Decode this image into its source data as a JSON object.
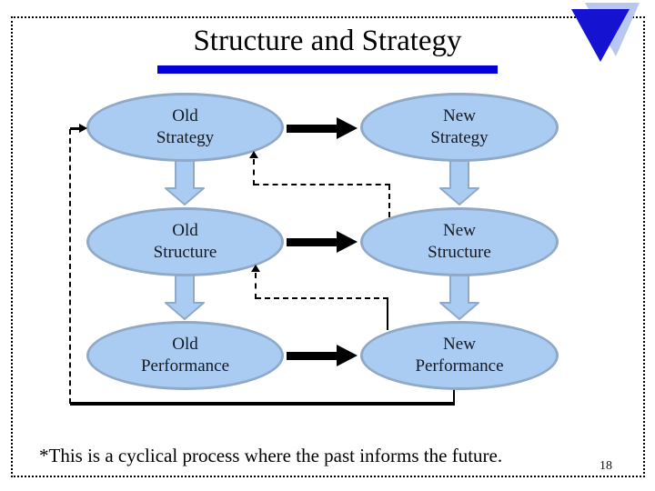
{
  "slide": {
    "title": "Structure and Strategy",
    "footnote": "*This is a cyclical process where the past informs the future.",
    "page_number": "18"
  },
  "diagram": {
    "nodes": [
      {
        "id": "old-strategy",
        "line1": "Old",
        "line2": "Strategy"
      },
      {
        "id": "new-strategy",
        "line1": "New",
        "line2": "Strategy"
      },
      {
        "id": "old-structure",
        "line1": "Old",
        "line2": "Structure"
      },
      {
        "id": "new-structure",
        "line1": "New",
        "line2": "Structure"
      },
      {
        "id": "old-performance",
        "line1": "Old",
        "line2": "Performance"
      },
      {
        "id": "new-performance",
        "line1": "New",
        "line2": "Performance"
      }
    ],
    "flows": [
      {
        "from": "Old Strategy",
        "to": "New Strategy",
        "style": "solid-thick-arrow"
      },
      {
        "from": "Old Structure",
        "to": "New Structure",
        "style": "solid-thick-arrow"
      },
      {
        "from": "Old Performance",
        "to": "New Performance",
        "style": "solid-thick-arrow"
      },
      {
        "from": "Old Strategy",
        "to": "Old Structure",
        "style": "block-down-arrow"
      },
      {
        "from": "Old Structure",
        "to": "Old Performance",
        "style": "block-down-arrow"
      },
      {
        "from": "New Strategy",
        "to": "New Structure",
        "style": "block-down-arrow"
      },
      {
        "from": "New Structure",
        "to": "New Performance",
        "style": "block-down-arrow"
      },
      {
        "from": "New Structure",
        "to": "Old Strategy",
        "style": "dashed-feedback"
      },
      {
        "from": "New Performance",
        "to": "Old Structure",
        "style": "dashed-feedback"
      },
      {
        "from": "New Performance",
        "to": "Old Strategy",
        "style": "dashed-feedback-loop"
      }
    ],
    "icons": [
      {
        "name": "down-block-arrow-icon"
      },
      {
        "name": "right-flow-arrow-icon"
      },
      {
        "name": "double-triangle-logo-icon"
      }
    ]
  },
  "colors": {
    "node_fill": "#aaccf2",
    "node_stroke": "#90a9c6",
    "node_text": "#141a24",
    "title_underline": "#0000d9",
    "logo_dark": "#1513d1",
    "logo_light": "#b7c7ef",
    "connector": "#000000",
    "background": "#ffffff"
  }
}
